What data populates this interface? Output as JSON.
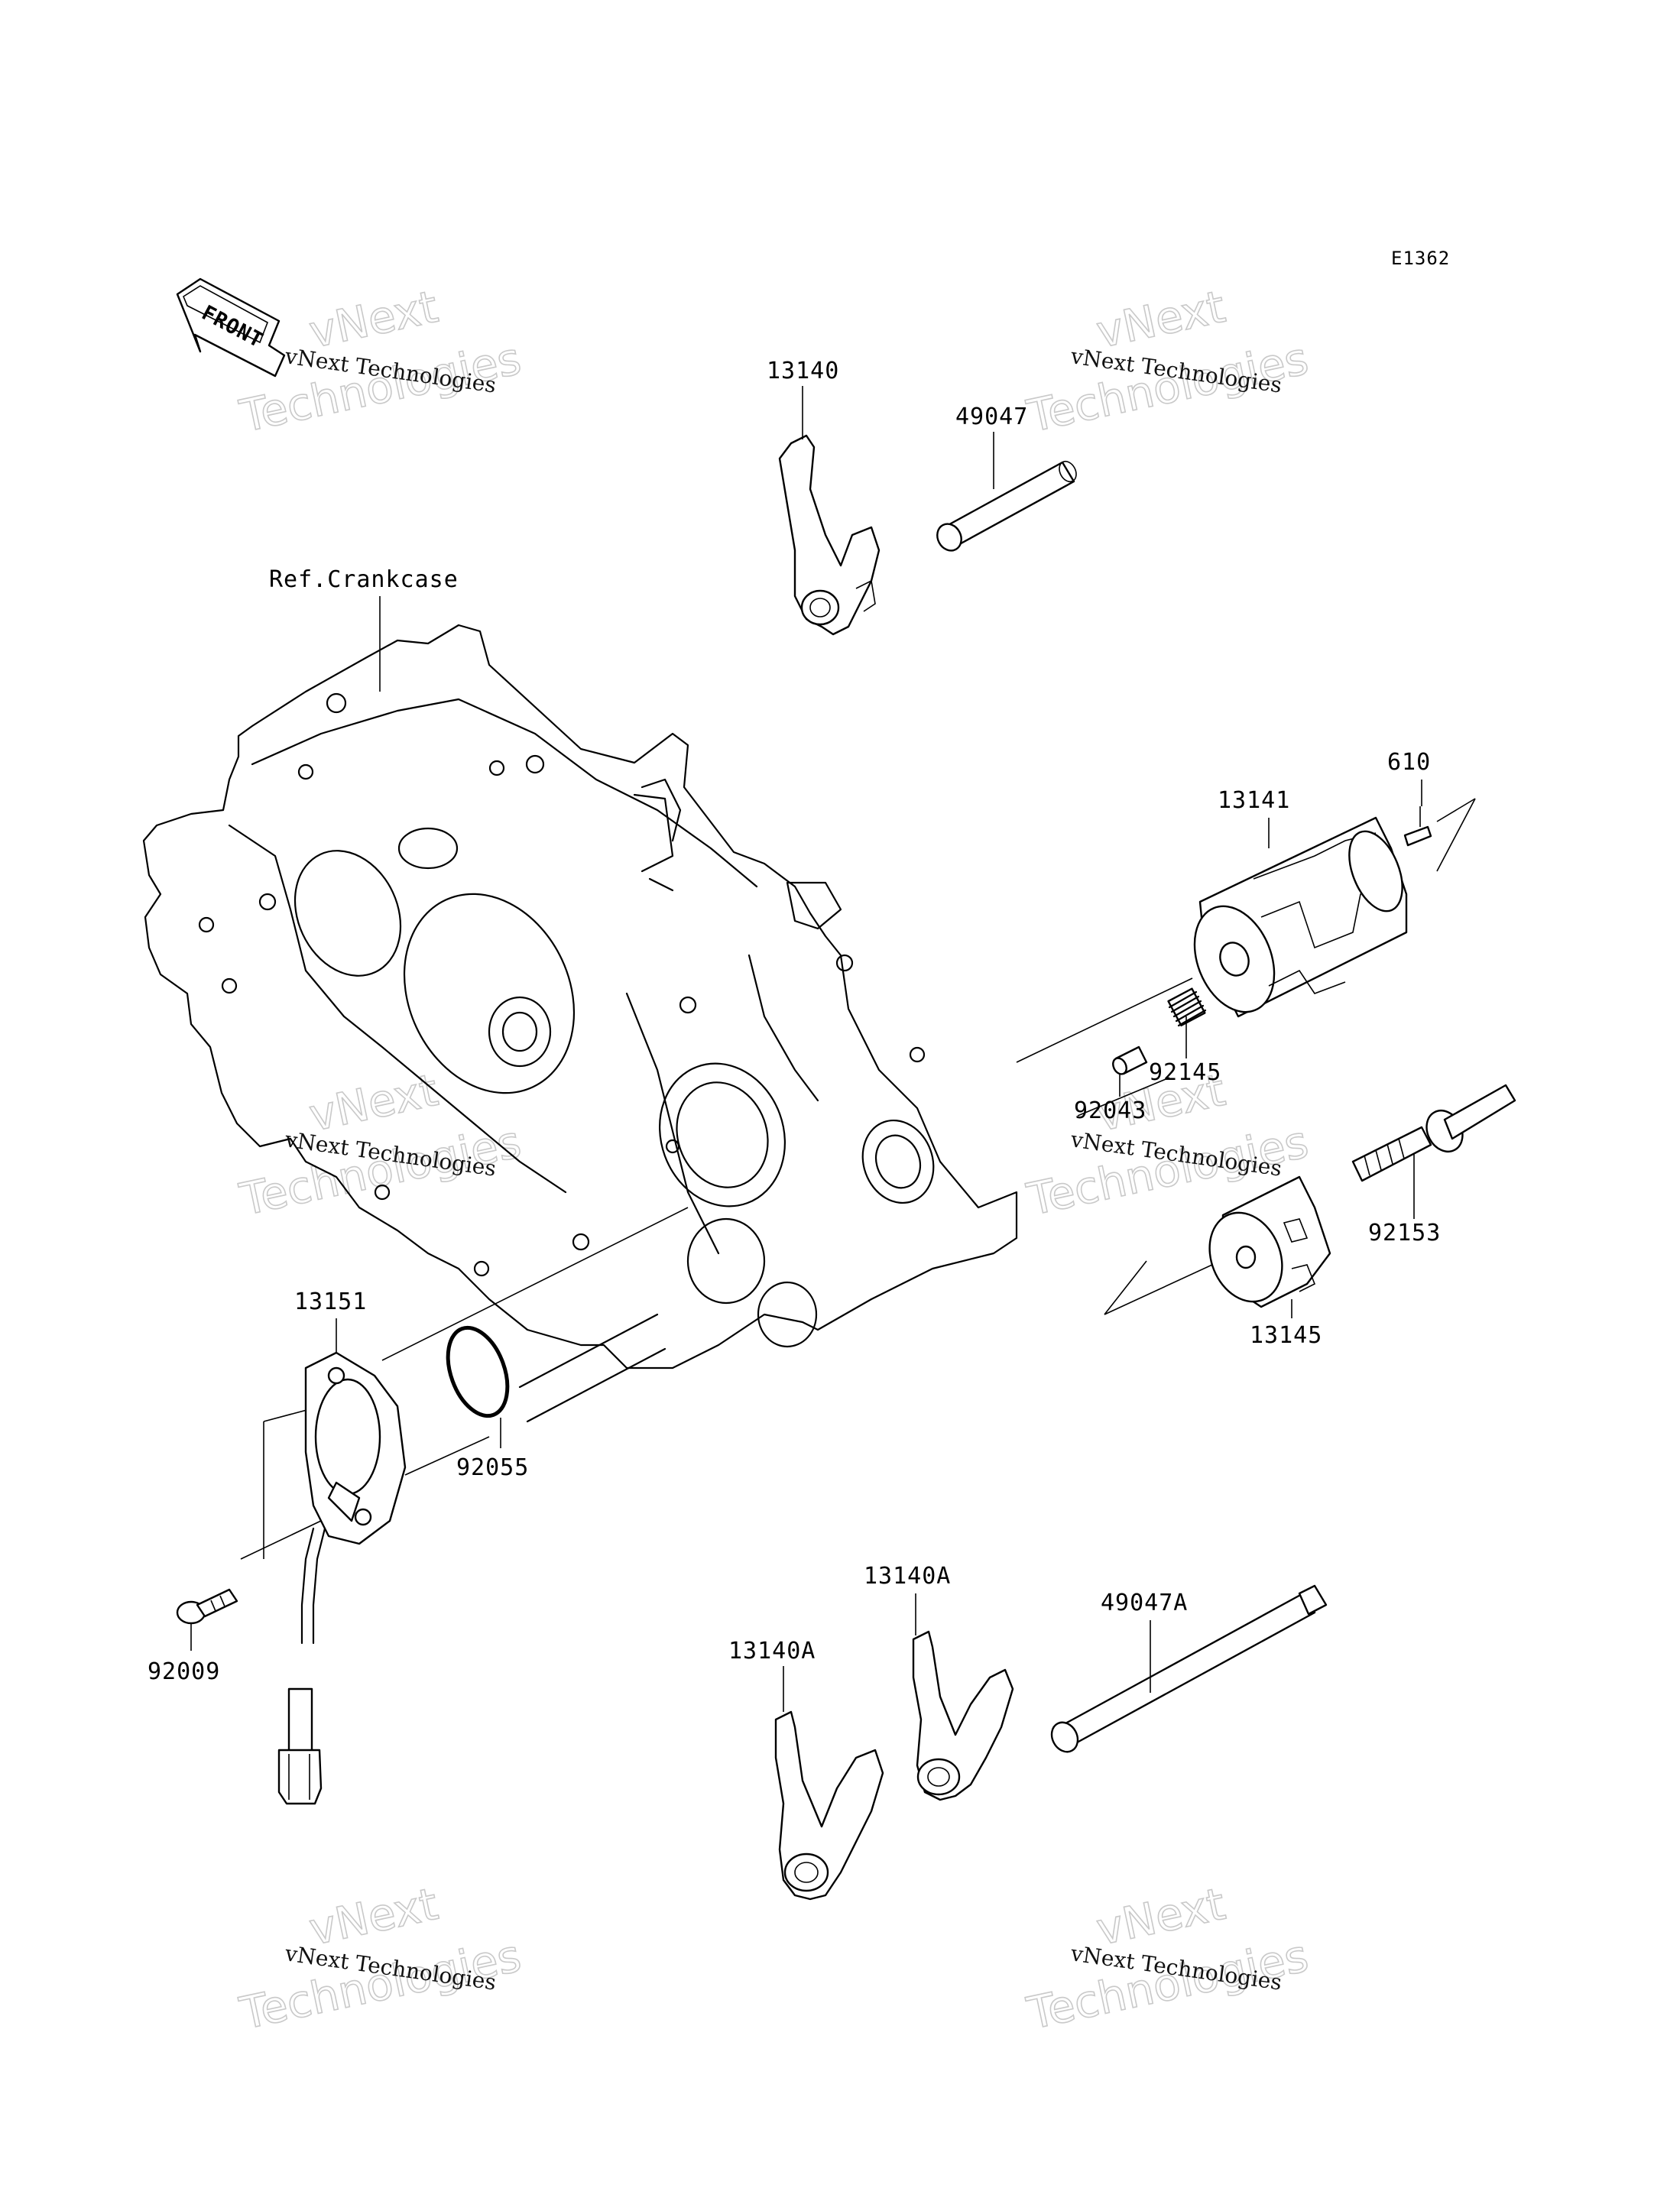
{
  "diagram": {
    "code": "E1362",
    "front_label": "FRONT",
    "reference_label": "Ref.Crankcase",
    "watermark": {
      "brand": "vNext",
      "word": "Technologies",
      "caption": "vNext Technologies"
    },
    "parts": [
      {
        "id": "13140"
      },
      {
        "id": "49047"
      },
      {
        "id": "610"
      },
      {
        "id": "13141"
      },
      {
        "id": "92145"
      },
      {
        "id": "92043"
      },
      {
        "id": "92153"
      },
      {
        "id": "13145"
      },
      {
        "id": "13151"
      },
      {
        "id": "92055"
      },
      {
        "id": "92009"
      },
      {
        "id": "13140A"
      },
      {
        "id": "13140A"
      },
      {
        "id": "49047A"
      }
    ]
  }
}
